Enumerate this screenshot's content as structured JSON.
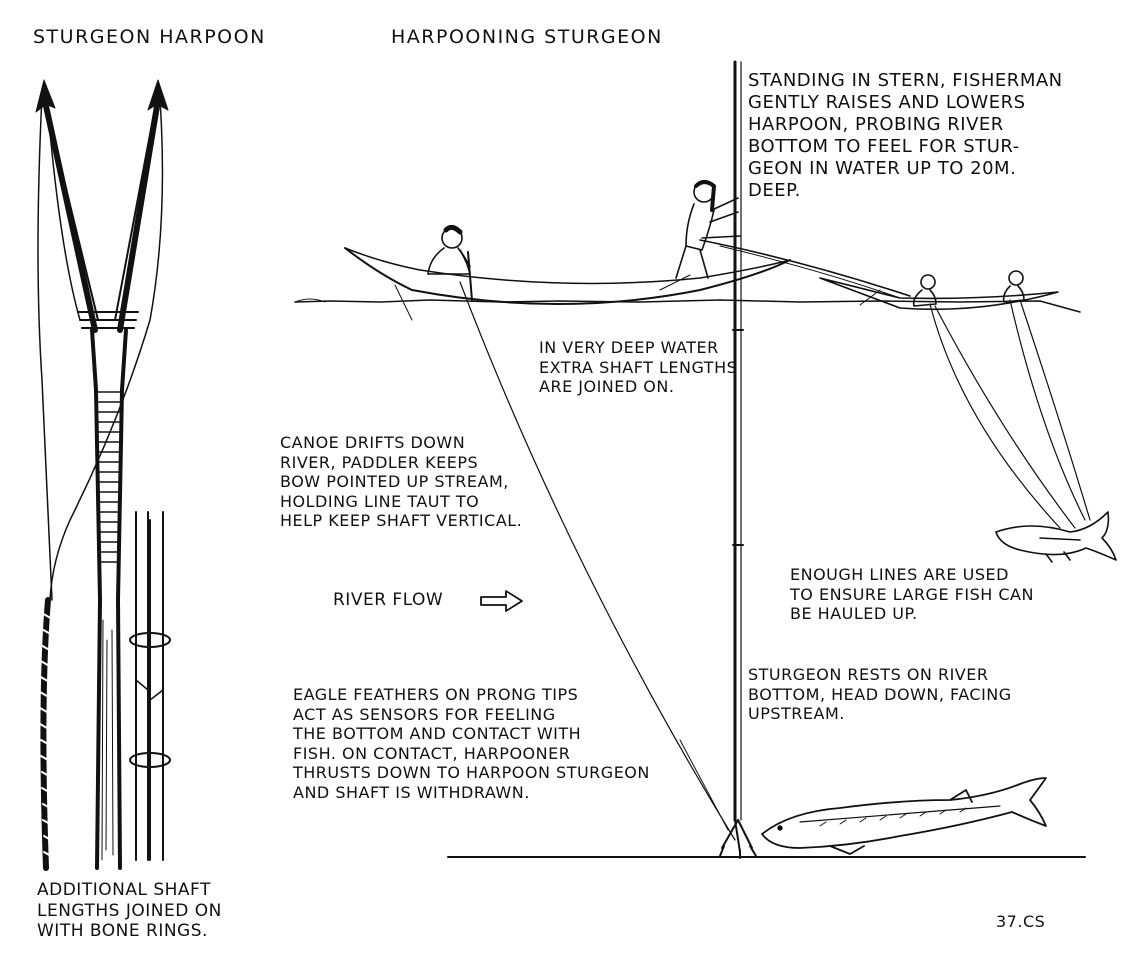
{
  "titles": {
    "left": "STURGEON HARPOON",
    "center": "HARPOONING STURGEON"
  },
  "labels": {
    "fisherman": "STANDING IN STERN, FISHERMAN\nGENTLY RAISES AND LOWERS\nHARPOON, PROBING RIVER\nBOTTOM TO FEEL FOR STUR-\nGEON IN WATER UP TO 20m.\nDEEP.",
    "deep_water": "IN VERY DEEP WATER\nEXTRA SHAFT LENGTHS\nARE JOINED ON.",
    "canoe": "CANOE DRIFTS DOWN\nRIVER, PADDLER KEEPS\nBOW POINTED UP STREAM,\nHOLDING LINE TAUT TO\nHELP KEEP SHAFT VERTICAL.",
    "river_flow": "RIVER FLOW",
    "lines": "ENOUGH LINES ARE USED\nTO ENSURE LARGE FISH CAN\nBE HAULED UP.",
    "sturgeon_rests": "STURGEON RESTS ON RIVER\nBOTTOM, HEAD DOWN, FACING\nUPSTREAM.",
    "eagle": "EAGLE FEATHERS ON PRONG TIPS\nACT AS SENSORS FOR FEELING\nTHE BOTTOM AND CONTACT WITH\nFISH.    ON CONTACT, HARPOONER\nTHRUSTS DOWN TO HARPOON STURGEON\nAND SHAFT IS WITHDRAWN.",
    "additional": "ADDITIONAL SHAFT\nLENGTHS JOINED ON\nWITH BONE RINGS.",
    "page_number": "37.CS"
  },
  "colors": {
    "ink": "#111111",
    "paper": "#ffffff"
  }
}
